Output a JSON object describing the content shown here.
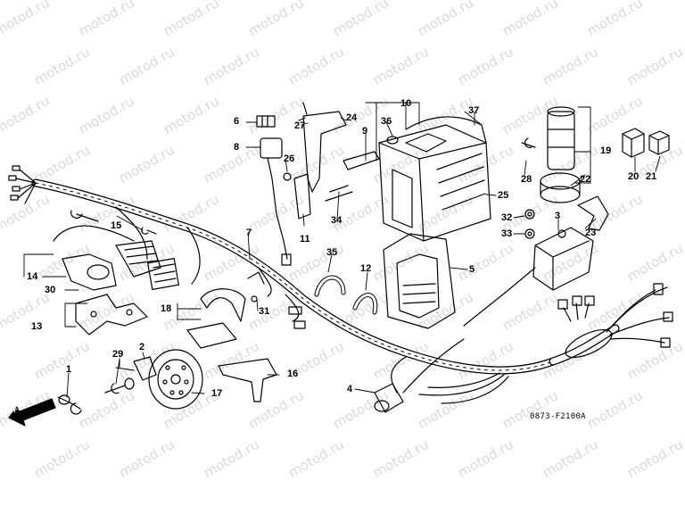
{
  "diagram": {
    "watermark": "motod.ru",
    "drawing_code": "0873-F2100A",
    "direction_label": "FR.",
    "callouts": [
      {
        "id": "1",
        "text": "1"
      },
      {
        "id": "2",
        "text": "2"
      },
      {
        "id": "3",
        "text": "3"
      },
      {
        "id": "4",
        "text": "4"
      },
      {
        "id": "5",
        "text": "5"
      },
      {
        "id": "6",
        "text": "6"
      },
      {
        "id": "7",
        "text": "7"
      },
      {
        "id": "8",
        "text": "8"
      },
      {
        "id": "9",
        "text": "9"
      },
      {
        "id": "10",
        "text": "10"
      },
      {
        "id": "11",
        "text": "11"
      },
      {
        "id": "12",
        "text": "12"
      },
      {
        "id": "13",
        "text": "13"
      },
      {
        "id": "14",
        "text": "14"
      },
      {
        "id": "15",
        "text": "15"
      },
      {
        "id": "16",
        "text": "16"
      },
      {
        "id": "17",
        "text": "17"
      },
      {
        "id": "18",
        "text": "18"
      },
      {
        "id": "19",
        "text": "19"
      },
      {
        "id": "20",
        "text": "20"
      },
      {
        "id": "21",
        "text": "21"
      },
      {
        "id": "22",
        "text": "22"
      },
      {
        "id": "23",
        "text": "23"
      },
      {
        "id": "24",
        "text": "24"
      },
      {
        "id": "25",
        "text": "25"
      },
      {
        "id": "26",
        "text": "26"
      },
      {
        "id": "27",
        "text": "27"
      },
      {
        "id": "28",
        "text": "28"
      },
      {
        "id": "29",
        "text": "29"
      },
      {
        "id": "30",
        "text": "30"
      },
      {
        "id": "31",
        "text": "31"
      },
      {
        "id": "32",
        "text": "32"
      },
      {
        "id": "33",
        "text": "33"
      },
      {
        "id": "34",
        "text": "34"
      },
      {
        "id": "35",
        "text": "35"
      },
      {
        "id": "36",
        "text": "36"
      },
      {
        "id": "37",
        "text": "37"
      }
    ]
  }
}
